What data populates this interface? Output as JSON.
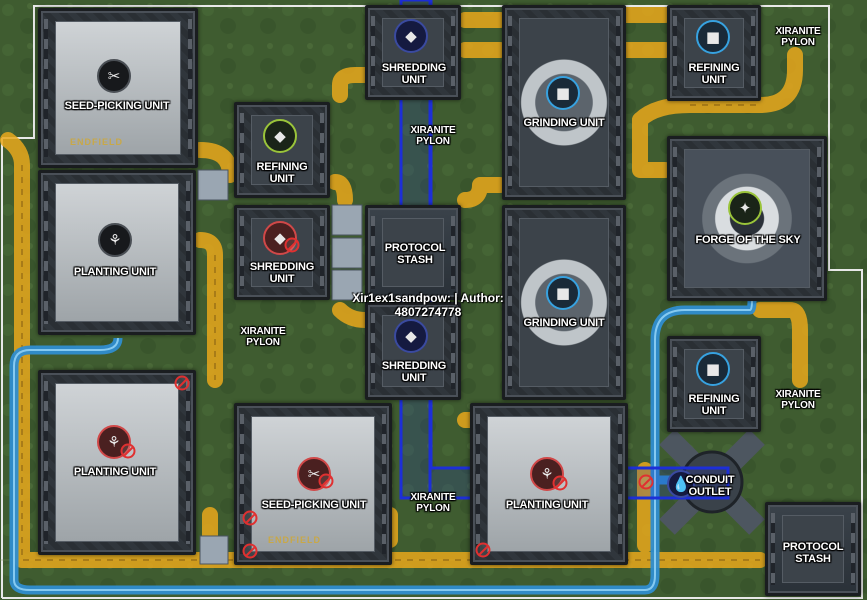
{
  "map": {
    "machines": [
      {
        "id": "seed1",
        "label": "SEED-PICKING UNIT"
      },
      {
        "id": "plant1",
        "label": "PLANTING UNIT"
      },
      {
        "id": "plant2",
        "label": "PLANTING UNIT"
      },
      {
        "id": "refine1",
        "label": "REFINING UNIT"
      },
      {
        "id": "shred1",
        "label": "SHREDDING UNIT"
      },
      {
        "id": "stash1",
        "label": "PROTOCOL STASH"
      },
      {
        "id": "shred_top",
        "label": "SHREDDING UNIT"
      },
      {
        "id": "shred_mid",
        "label": "SHREDDING UNIT"
      },
      {
        "id": "grind1",
        "label": "GRINDING UNIT"
      },
      {
        "id": "grind2",
        "label": "GRINDING UNIT"
      },
      {
        "id": "refine_top",
        "label": "REFINING UNIT"
      },
      {
        "id": "forge",
        "label": "FORGE OF THE SKY"
      },
      {
        "id": "refine_right",
        "label": "REFINING UNIT"
      },
      {
        "id": "seed2",
        "label": "SEED-PICKING UNIT"
      },
      {
        "id": "plant3",
        "label": "PLANTING UNIT"
      },
      {
        "id": "conduit",
        "label": "CONDUIT OUTLET"
      },
      {
        "id": "stash2",
        "label": "PROTOCOL STASH"
      }
    ],
    "pylons": [
      {
        "id": "p1",
        "label": "XIRANITE PYLON"
      },
      {
        "id": "p2",
        "label": "XIRANITE PYLON"
      },
      {
        "id": "p3",
        "label": "XIRANITE PYLON"
      },
      {
        "id": "p4",
        "label": "XIRANITE PYLON"
      },
      {
        "id": "p5",
        "label": "XIRANITE PYLON"
      }
    ],
    "endfield_mark": "ENDFIELD",
    "watermark": {
      "line1": "Xir1ex1sandpow: | Author:",
      "line2": "4807274778"
    }
  },
  "colors": {
    "belt": "#e9a81c",
    "pipe": "#3a9ad8",
    "selection": "#1d2fd8",
    "grass": "#3d5a2e"
  }
}
